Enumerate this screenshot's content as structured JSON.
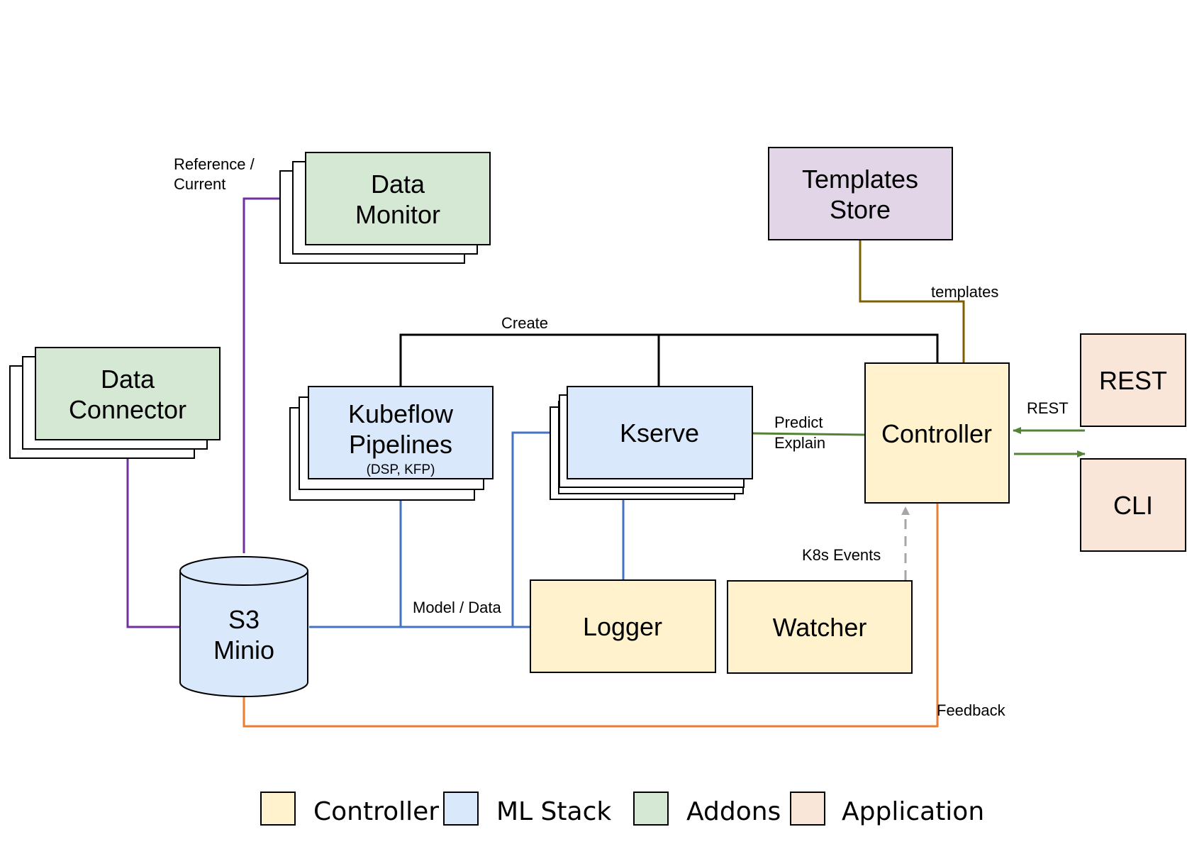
{
  "colors": {
    "controller_fill": "#FFF2CC",
    "ml_stack_fill": "#DAE8FC",
    "addons_fill": "#D5E8D4",
    "application_fill": "#FAE6D9",
    "templates_fill": "#E1D5E7",
    "purple_line": "#7030A0",
    "blue_line": "#4472C4",
    "green_line": "#548235",
    "orange_line": "#ED7D31",
    "olive_line": "#7F6000",
    "gray_line": "#A6A6A6",
    "black_line": "#000000"
  },
  "nodes": {
    "data_monitor": {
      "line1": "Data",
      "line2": "Monitor"
    },
    "templates_store": {
      "line1": "Templates",
      "line2": "Store"
    },
    "data_connector": {
      "line1": "Data",
      "line2": "Connector"
    },
    "kubeflow": {
      "line1": "Kubeflow",
      "line2": "Pipelines",
      "sub": "(DSP, KFP)"
    },
    "kserve": {
      "label": "Kserve"
    },
    "controller": {
      "label": "Controller"
    },
    "rest": {
      "label": "REST"
    },
    "cli": {
      "label": "CLI"
    },
    "s3": {
      "line1": "S3",
      "line2": "Minio"
    },
    "logger": {
      "label": "Logger"
    },
    "watcher": {
      "label": "Watcher"
    }
  },
  "edges": {
    "reference": {
      "line1": "Reference /",
      "line2": "Current"
    },
    "templates": "templates",
    "create": "Create",
    "predict": {
      "line1": "Predict",
      "line2": "Explain"
    },
    "rest": "REST",
    "k8s_events": "K8s Events",
    "model_data": "Model / Data",
    "feedback": "Feedback"
  },
  "legend": [
    {
      "label": "Controller",
      "color_key": "controller_fill"
    },
    {
      "label": "ML Stack",
      "color_key": "ml_stack_fill"
    },
    {
      "label": "Addons",
      "color_key": "addons_fill"
    },
    {
      "label": "Application",
      "color_key": "application_fill"
    }
  ]
}
